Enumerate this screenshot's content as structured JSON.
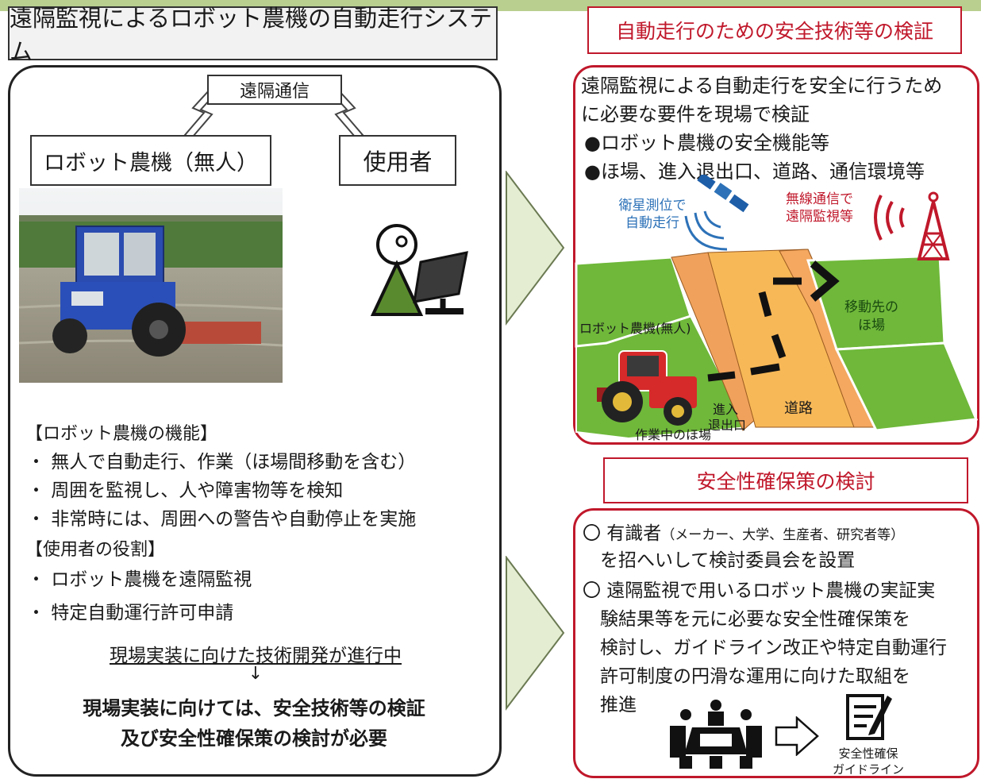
{
  "left": {
    "title": "遠隔監視によるロボット農機の自動走行システム",
    "comm_label": "遠隔通信",
    "robot_label": "ロボット農機（無人）",
    "user_label": "使用者",
    "functions_heading": "【ロボット農機の機能】",
    "functions": [
      "・ 無人で自動走行、作業（ほ場間移動を含む）",
      "・ 周囲を監視し、人や障害物等を検知",
      "・ 非常時には、周囲への警告や自動停止を実施"
    ],
    "roles_heading": "【使用者の役割】",
    "roles": [
      "・ ロボット農機を遠隔監視",
      "・ 特定自動運行許可申請"
    ],
    "progress_text": "現場実装に向けた技術開発が進行中",
    "down_arrow": "↓",
    "conclusion": [
      "現場実装に向けては、安全技術等の検証",
      "及び安全性確保策の検討が必要"
    ]
  },
  "verify": {
    "header": "自動走行のための安全技術等の検証",
    "intro": [
      "遠隔監視による自動走行を安全に行うため",
      "に必要な要件を現場で検証"
    ],
    "bullets": [
      "●ロボット農機の安全機能等",
      "●ほ場、進入退出口、道路、通信環境等"
    ],
    "satellite_label": [
      "衛星測位で",
      "自動走行"
    ],
    "wireless_label": [
      "無線通信で",
      "遠隔監視等"
    ],
    "robot_label": "ロボット農機(無人)",
    "destination_label": [
      "移動先の",
      "ほ場"
    ],
    "entrance_label": [
      "進入",
      "退出口"
    ],
    "road_label": "道路",
    "working_field_label": "作業中のほ場"
  },
  "safety": {
    "header": "安全性確保策の検討",
    "item1_lead": "〇 有識者",
    "item1_note": "（メーカー、大学、生産者、研究者等）",
    "item1_rest": "を招へいして検討委員会を設置",
    "item2": [
      "〇 遠隔監視で用いるロボット農機の実証実",
      "験結果等を元に必要な安全性確保策を",
      "検討し、ガイドライン改正や特定自動運行",
      "許可制度の円滑な運用に向けた取組を",
      "推進"
    ],
    "guideline_label": [
      "安全性確保",
      "ガイドライン"
    ]
  },
  "colors": {
    "accent_red": "#c0182b",
    "field_green": "#6fb83a",
    "road_orange": "#f6b25c",
    "arrow_fill": "#e4edd2",
    "icon_green": "#5a8a2e"
  }
}
